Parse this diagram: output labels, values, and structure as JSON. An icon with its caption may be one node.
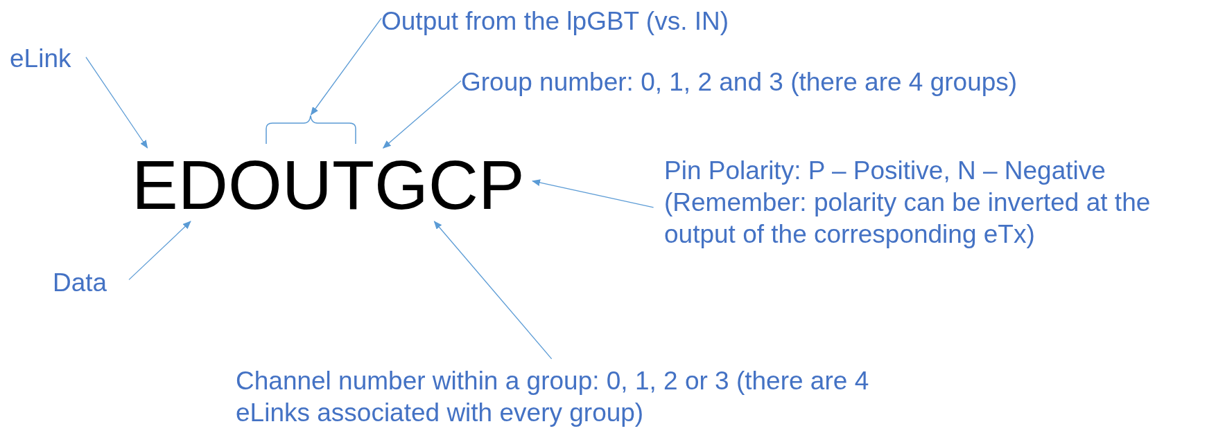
{
  "diagram": {
    "nodes": [
      {
        "text": [
          "eLink"
        ]
      },
      {
        "text": [
          "Output from the lpGBT (vs. IN)"
        ]
      },
      {
        "text": [],
        "shape": "bracket"
      },
      {
        "text": [
          "Group number: 0, 1, 2 and 3 (there are 4 groups)"
        ]
      },
      {
        "text": [
          "EDOUTGCP"
        ]
      },
      {
        "text": [
          "Pin Polarity: P – Positive, N – Negative (Remember: polarity can be inverted at the output of the corresponding eTx)"
        ]
      },
      {
        "text": [
          "Data"
        ]
      },
      {
        "text": [
          "Channel number within a group: 0, 1, 2 or 3 (there are 4 eLinks associated with every group)"
        ]
      }
    ],
    "edges": [
      {
        "from": 0,
        "to": 4,
        "arrow": "to"
      },
      {
        "from": 1,
        "to": 2,
        "arrow": "to"
      },
      {
        "from": 3,
        "to": 4,
        "arrow": "to"
      },
      {
        "from": 5,
        "to": 4,
        "arrow": "to"
      },
      {
        "from": 6,
        "to": 4,
        "arrow": "to"
      },
      {
        "from": 7,
        "to": 4,
        "arrow": "to"
      }
    ]
  }
}
